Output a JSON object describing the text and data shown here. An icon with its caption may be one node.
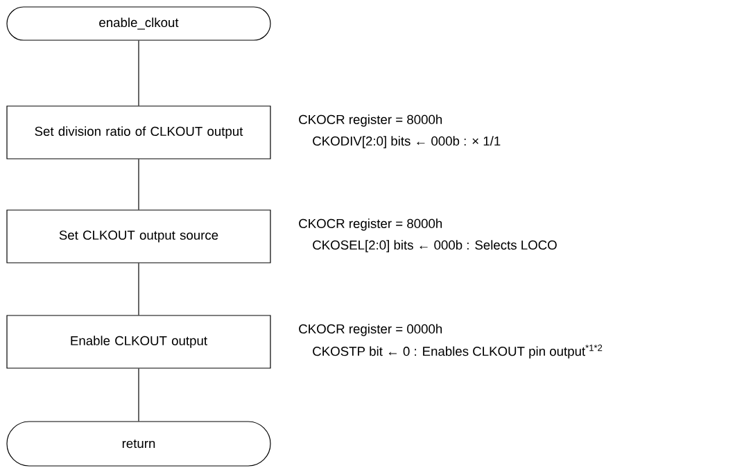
{
  "diagram": {
    "nodes": [
      {
        "text": [
          "enable_clkout"
        ]
      },
      {
        "text": [
          "Set division ratio of CLKOUT output"
        ],
        "beside": [
          "CKOCR register = 8000h",
          "CKODIV[2:0] bits ← 000b : × 1/1"
        ]
      },
      {
        "text": [
          "Set CLKOUT output source"
        ],
        "beside": [
          "CKOCR register = 8000h",
          "CKOSEL[2:0] bits  ←  000b : Selects LOCO"
        ]
      },
      {
        "text": [
          "Enable CLKOUT output"
        ],
        "beside": [
          "CKOCR register = 0000h",
          "CKOSTP bit  ← 0 : Enables CLKOUT pin output$^{*1*2}$"
        ]
      },
      {
        "text": [
          "return"
        ]
      }
    ],
    "edges": [
      {
        "from": 0,
        "to": 1,
        "arrow": "none"
      },
      {
        "from": 1,
        "to": 2,
        "arrow": "none"
      },
      {
        "from": 2,
        "to": 3,
        "arrow": "none"
      },
      {
        "from": 3,
        "to": 4,
        "arrow": "none"
      }
    ]
  }
}
